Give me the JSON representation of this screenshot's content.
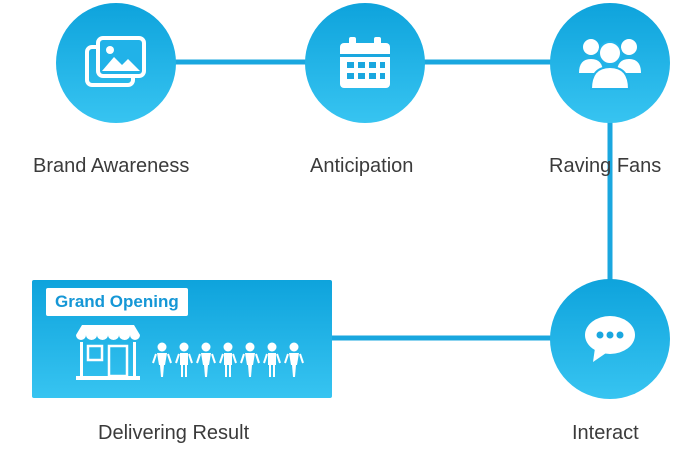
{
  "colors": {
    "accent_dark": "#0ea3dc",
    "accent_light": "#37c4f1",
    "line": "#1aa7df",
    "label_text": "#3b3b3b"
  },
  "steps": [
    {
      "label": "Brand Awareness",
      "icon": "pictures-icon"
    },
    {
      "label": "Anticipation",
      "icon": "calendar-icon"
    },
    {
      "label": "Raving Fans",
      "icon": "group-icon"
    },
    {
      "label": "Interact",
      "icon": "chat-bubble-icon"
    },
    {
      "label": "Delivering Result",
      "icon": "storefront-icon"
    }
  ],
  "store_panel": {
    "badge": "Grand Opening"
  }
}
